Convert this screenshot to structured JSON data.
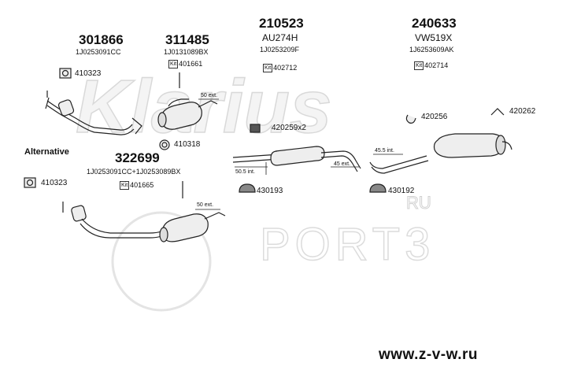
{
  "watermark": {
    "brand": "Klarius",
    "site_mark": "PORT3",
    "site_suffix": "RU"
  },
  "footer": {
    "url": "www.z-v-w.ru"
  },
  "alternative_label": "Alternative",
  "parts": {
    "p301866": {
      "number": "301866",
      "oem": "1J0253091CC"
    },
    "p311485": {
      "number": "311485",
      "oem": "1J0131089BX",
      "kit": "401661"
    },
    "p210523": {
      "number": "210523",
      "alt": "AU274H",
      "oem": "1J0253209F",
      "kit": "402712"
    },
    "p240633": {
      "number": "240633",
      "alt": "VW519X",
      "oem": "1J6253609AK",
      "kit": "402714"
    },
    "p322699": {
      "number": "322699",
      "oem": "1J0253091CC+1J0253089BX",
      "kit": "401665"
    }
  },
  "kit_tag": "Kit",
  "accessories": {
    "a410323_top": "410323",
    "a410318": "410318",
    "a420259": "420259x2",
    "a420262": "420262",
    "a420256": "420256",
    "a430193": "430193",
    "a430192": "430192",
    "a410323_bot": "410323"
  },
  "dimensions": {
    "ext50_top": "50 ext.",
    "ext50_bot": "50 ext.",
    "int50_5": "50.5 int.",
    "ext45": "45 ext.",
    "int45_5": "45.5 int."
  },
  "colors": {
    "line": "#222222",
    "watermark": "#e6e6e6",
    "part_fill": "#f0f0f0"
  }
}
